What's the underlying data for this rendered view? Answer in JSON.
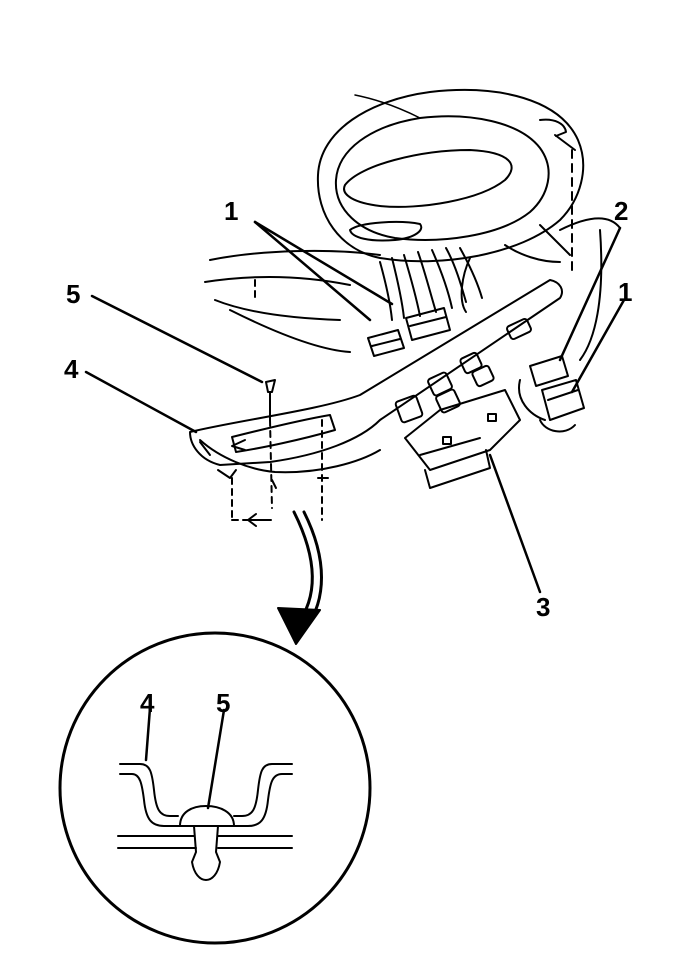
{
  "diagram": {
    "callouts": {
      "c1_left": "1",
      "c1_right": "1",
      "c2": "2",
      "c3": "3",
      "c4": "4",
      "c5": "5",
      "detail_4": "4",
      "detail_5": "5"
    },
    "colors": {
      "ink": "#000000",
      "paper": "#ffffff"
    }
  }
}
